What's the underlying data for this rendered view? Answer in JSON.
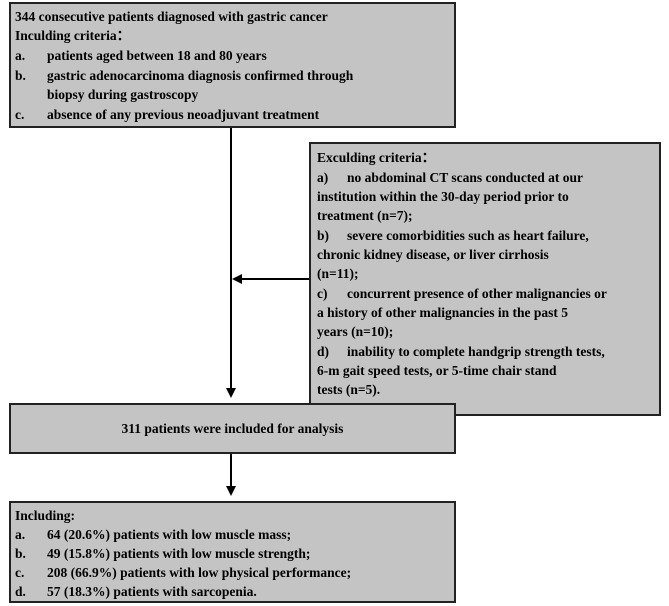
{
  "top_box": {
    "title": "344 consecutive patients diagnosed with gastric cancer",
    "criteria_heading": "Inculding criteria：",
    "items": [
      {
        "marker": "a.",
        "lines": [
          "patients aged between 18 and 80 years"
        ]
      },
      {
        "marker": "b.",
        "lines": [
          "gastric adenocarcinoma diagnosis confirmed through",
          "biopsy during gastroscopy"
        ]
      },
      {
        "marker": "c.",
        "lines": [
          "absence of any previous neoadjuvant treatment"
        ]
      }
    ]
  },
  "exclusion_box": {
    "heading": "Exculding criteria：",
    "items": [
      {
        "marker": "a)",
        "lines": [
          "no abdominal CT scans conducted at our",
          "institution within the 30-day period prior to",
          "treatment (n=7);"
        ]
      },
      {
        "marker": "b)",
        "lines": [
          "severe comorbidities such as heart failure,",
          "chronic kidney disease, or liver cirrhosis",
          "(n=11);"
        ]
      },
      {
        "marker": "c)",
        "lines": [
          "concurrent presence of other  malignancies or",
          "a history of other malignancies in the past 5",
          "years (n=10);"
        ]
      },
      {
        "marker": "d)",
        "lines": [
          "inability to complete handgrip strength tests,",
          "6-m gait speed tests, or 5-time chair stand",
          "tests  (n=5)."
        ]
      }
    ]
  },
  "middle_box": {
    "text": "311 patients were included for analysis"
  },
  "bottom_box": {
    "heading": "Including:",
    "items": [
      {
        "marker": "a.",
        "text": "64 (20.6%) patients with low muscle mass;"
      },
      {
        "marker": "b.",
        "text": "49 (15.8%) patients with low muscle strength;"
      },
      {
        "marker": "c.",
        "text": "208 (66.9%)  patients with low physical performance;"
      },
      {
        "marker": "d.",
        "text": "57 (18.3%) patients with sarcopenia."
      }
    ]
  }
}
